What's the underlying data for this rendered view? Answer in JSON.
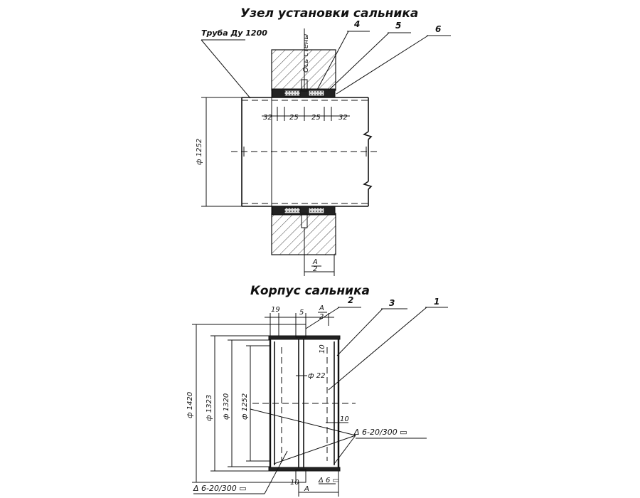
{
  "titles": {
    "assembly": "Узел установки сальника",
    "body": "Корпус сальника"
  },
  "assembly": {
    "pipe_label": "Труба Ду 1200",
    "wall_axis_label": "Ось стены",
    "diameter": "ф 1252",
    "dims": [
      "32",
      "25",
      "25",
      "32"
    ],
    "half_a_num": "A",
    "half_a_den": "2",
    "callouts": [
      "4",
      "5",
      "6"
    ]
  },
  "body": {
    "top_dims": [
      "19",
      "5"
    ],
    "half_a_num": "A",
    "half_a_den": "2",
    "diameters": [
      "ф 1420",
      "ф 1323",
      "ф 1320",
      "ф 1252"
    ],
    "callouts": [
      "2",
      "3",
      "1"
    ],
    "small_dims": [
      "10",
      "ф 22",
      "10",
      "10"
    ],
    "weld_right": "Δ 6-20/300 ▭",
    "weld_bottom_left": "Δ 6-20/300 ▭",
    "weld_bottom_small": "Δ 6 ▭",
    "dim_a": "A"
  }
}
